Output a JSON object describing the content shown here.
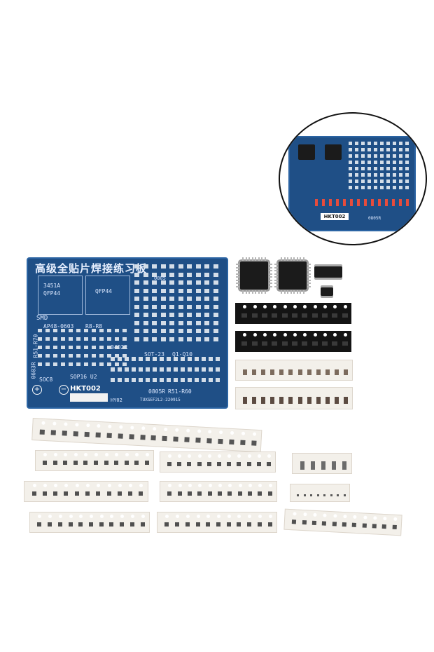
{
  "board": {
    "title": "高级全贴片焊接练习板",
    "model": "HKT002",
    "chip1_label": "3451A",
    "chip1_package": "QFP44",
    "chip2_package": "QFP44",
    "label_0805a": "0805",
    "label_smd": "SMD",
    "label_r51_r70": "R51-R70",
    "label_0603r": "0603R",
    "label_ap48": "AP48-0603",
    "label_r8": "R8-R8",
    "label_0402r": "0402R",
    "label_sot23": "SOT-23",
    "label_q1q10": "Q1-Q10",
    "label_sop16": "SOP16 U2",
    "label_soc8": "SOC8",
    "label_0805r": "0805R",
    "label_r51_r60": "R51-R60",
    "label_hy02": "HY02",
    "label_date": "TUXSEF2L2-220915"
  },
  "inset_board": {
    "model": "HKT002",
    "label": "0805R"
  }
}
